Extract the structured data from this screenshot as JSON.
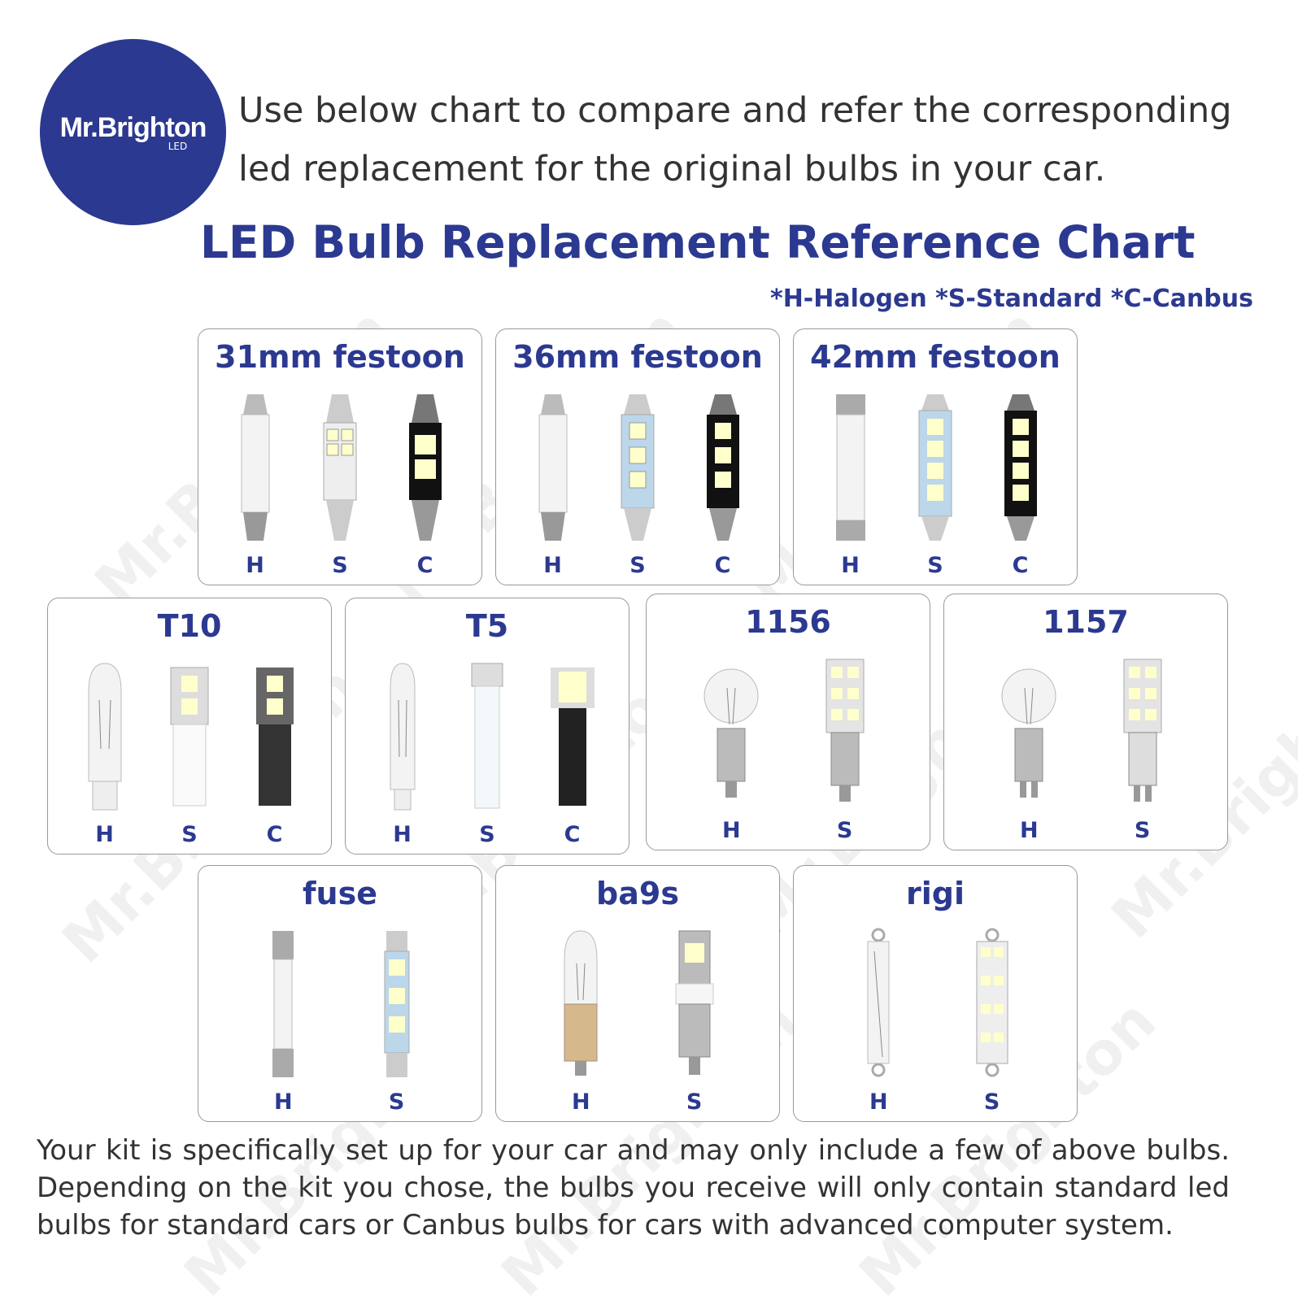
{
  "logo": {
    "text": "Mr.Brighton",
    "sub": "LED",
    "bg": "#2b3990"
  },
  "intro": "Use below chart to compare and refer the corresponding led replacement for the original bulbs in your car.",
  "title": "LED Bulb Replacement Reference Chart",
  "legend": "*H-Halogen *S-Standard *C-Canbus",
  "accent": "#2b3990",
  "cards": [
    {
      "name": "31mm festoon",
      "labels": [
        "H",
        "S",
        "C"
      ]
    },
    {
      "name": "36mm festoon",
      "labels": [
        "H",
        "S",
        "C"
      ]
    },
    {
      "name": "42mm festoon",
      "labels": [
        "H",
        "S",
        "C"
      ]
    },
    {
      "name": "T10",
      "labels": [
        "H",
        "S",
        "C"
      ]
    },
    {
      "name": "T5",
      "labels": [
        "H",
        "S",
        "C"
      ]
    },
    {
      "name": "1156",
      "labels": [
        "H",
        "S"
      ]
    },
    {
      "name": "1157",
      "labels": [
        "H",
        "S"
      ]
    },
    {
      "name": "fuse",
      "labels": [
        "H",
        "S"
      ]
    },
    {
      "name": "ba9s",
      "labels": [
        "H",
        "S"
      ]
    },
    {
      "name": "rigi",
      "labels": [
        "H",
        "S"
      ]
    }
  ],
  "footer": "Your kit is specifically set up for your car and may only include a few of above bulbs. Depending on the kit you chose, the bulbs you receive will only contain standard led bulbs for standard cars or Canbus bulbs for cars with advanced computer system.",
  "watermark": "Mr.Brighton"
}
